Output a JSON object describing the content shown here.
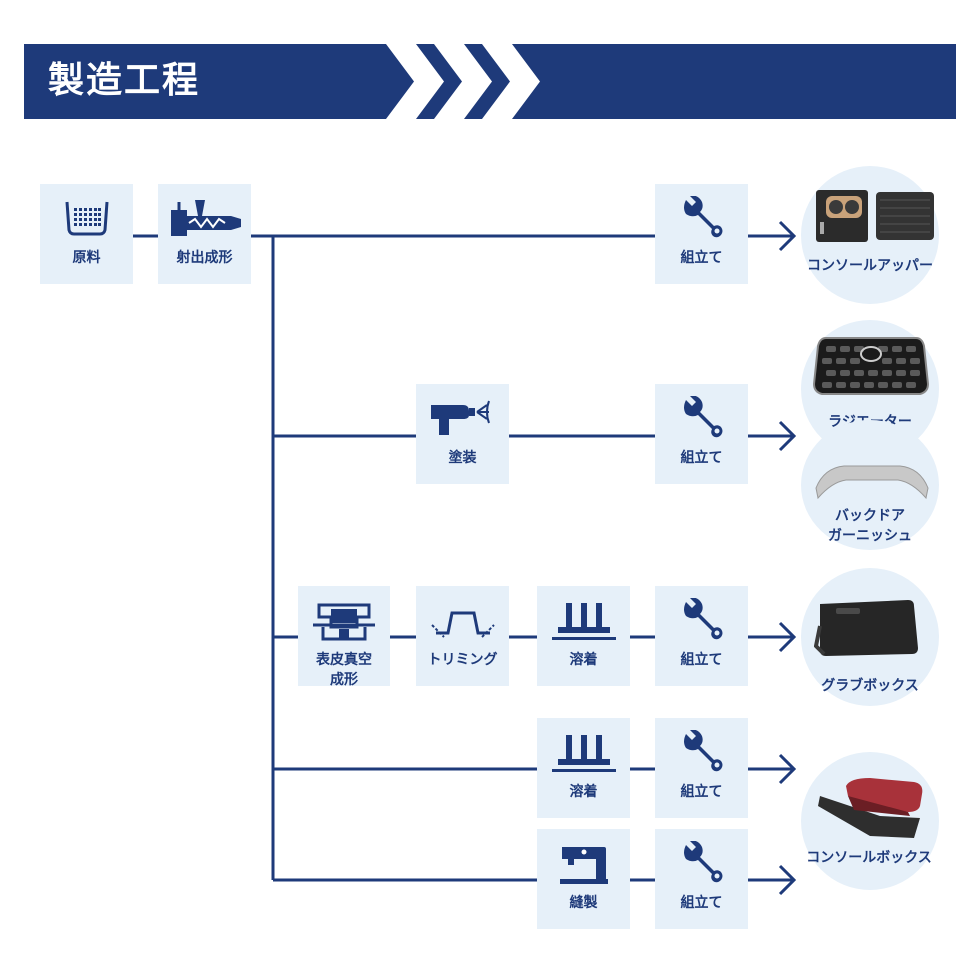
{
  "header": {
    "title": "製造工程"
  },
  "steps": {
    "material": "原料",
    "injection": "射出成形",
    "painting": "塗装",
    "vacuum": "表皮真空\n成形",
    "trimming": "トリミング",
    "welding": "溶着",
    "sewing": "縫製",
    "assembly": "組立て"
  },
  "products": {
    "console_upper": "コンソールアッパー",
    "radiator_grill": "ラジエーター\nグリル",
    "back_door_garnish": "バックドア\nガーニッシュ",
    "glove_box": "グラブボックス",
    "console_box": "コンソールボックス"
  },
  "colors": {
    "navy": "#1e3a7a",
    "box": "#e6f0f9",
    "line": "#1e3a7a"
  }
}
